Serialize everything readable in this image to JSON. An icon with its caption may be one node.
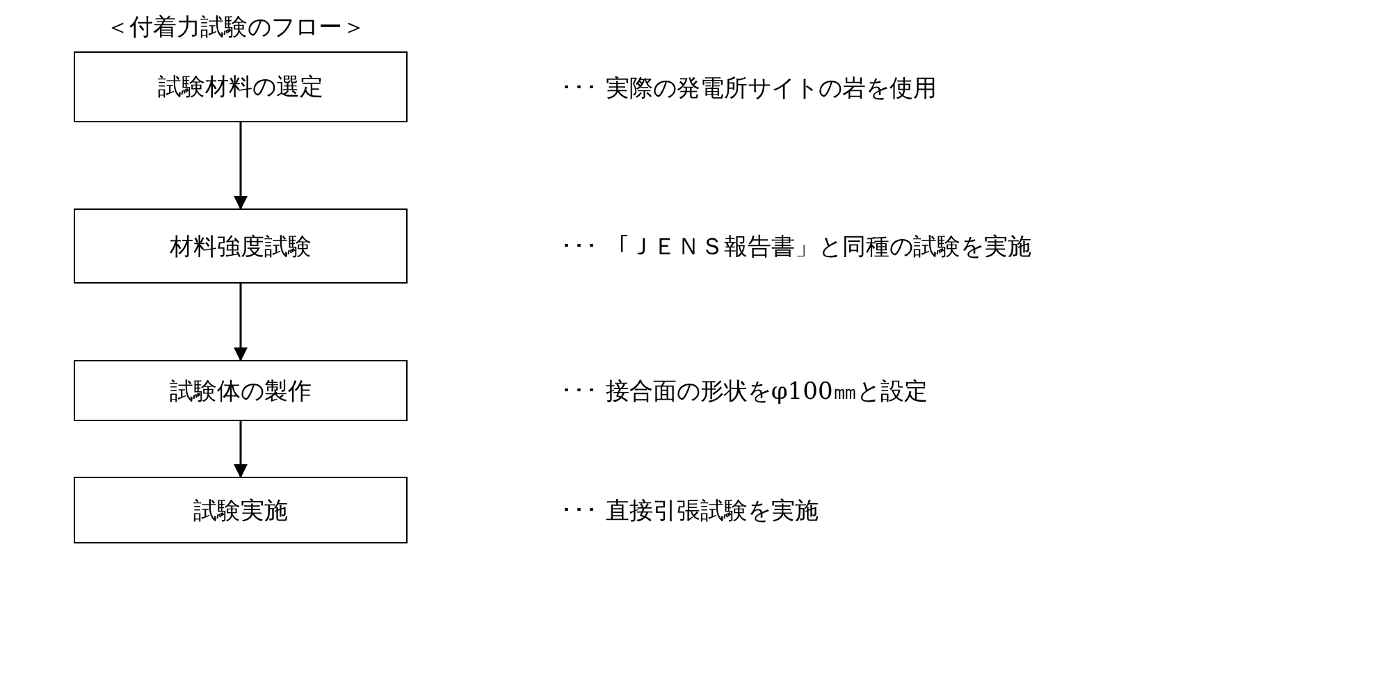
{
  "diagram": {
    "title": "＜付着力試験のフロー＞",
    "nodes": [
      {
        "text": [
          "試験材料の選定"
        ]
      },
      {
        "text": [
          "材料強度試験"
        ]
      },
      {
        "text": [
          "試験体の製作"
        ]
      },
      {
        "text": [
          "試験実施"
        ]
      }
    ],
    "edges": [
      {
        "from": 0,
        "to": 1,
        "arrow": "to"
      },
      {
        "from": 1,
        "to": 2,
        "arrow": "to"
      },
      {
        "from": 2,
        "to": 3,
        "arrow": "to"
      }
    ],
    "labels": [
      "･･･ 実際の発電所サイトの岩を使用",
      "･･･ 「ＪＥＮＳ報告書」と同種の試験を実施",
      "･･･ 接合面の形状をφ100㎜と設定",
      "･･･ 直接引張試験を実施"
    ]
  }
}
